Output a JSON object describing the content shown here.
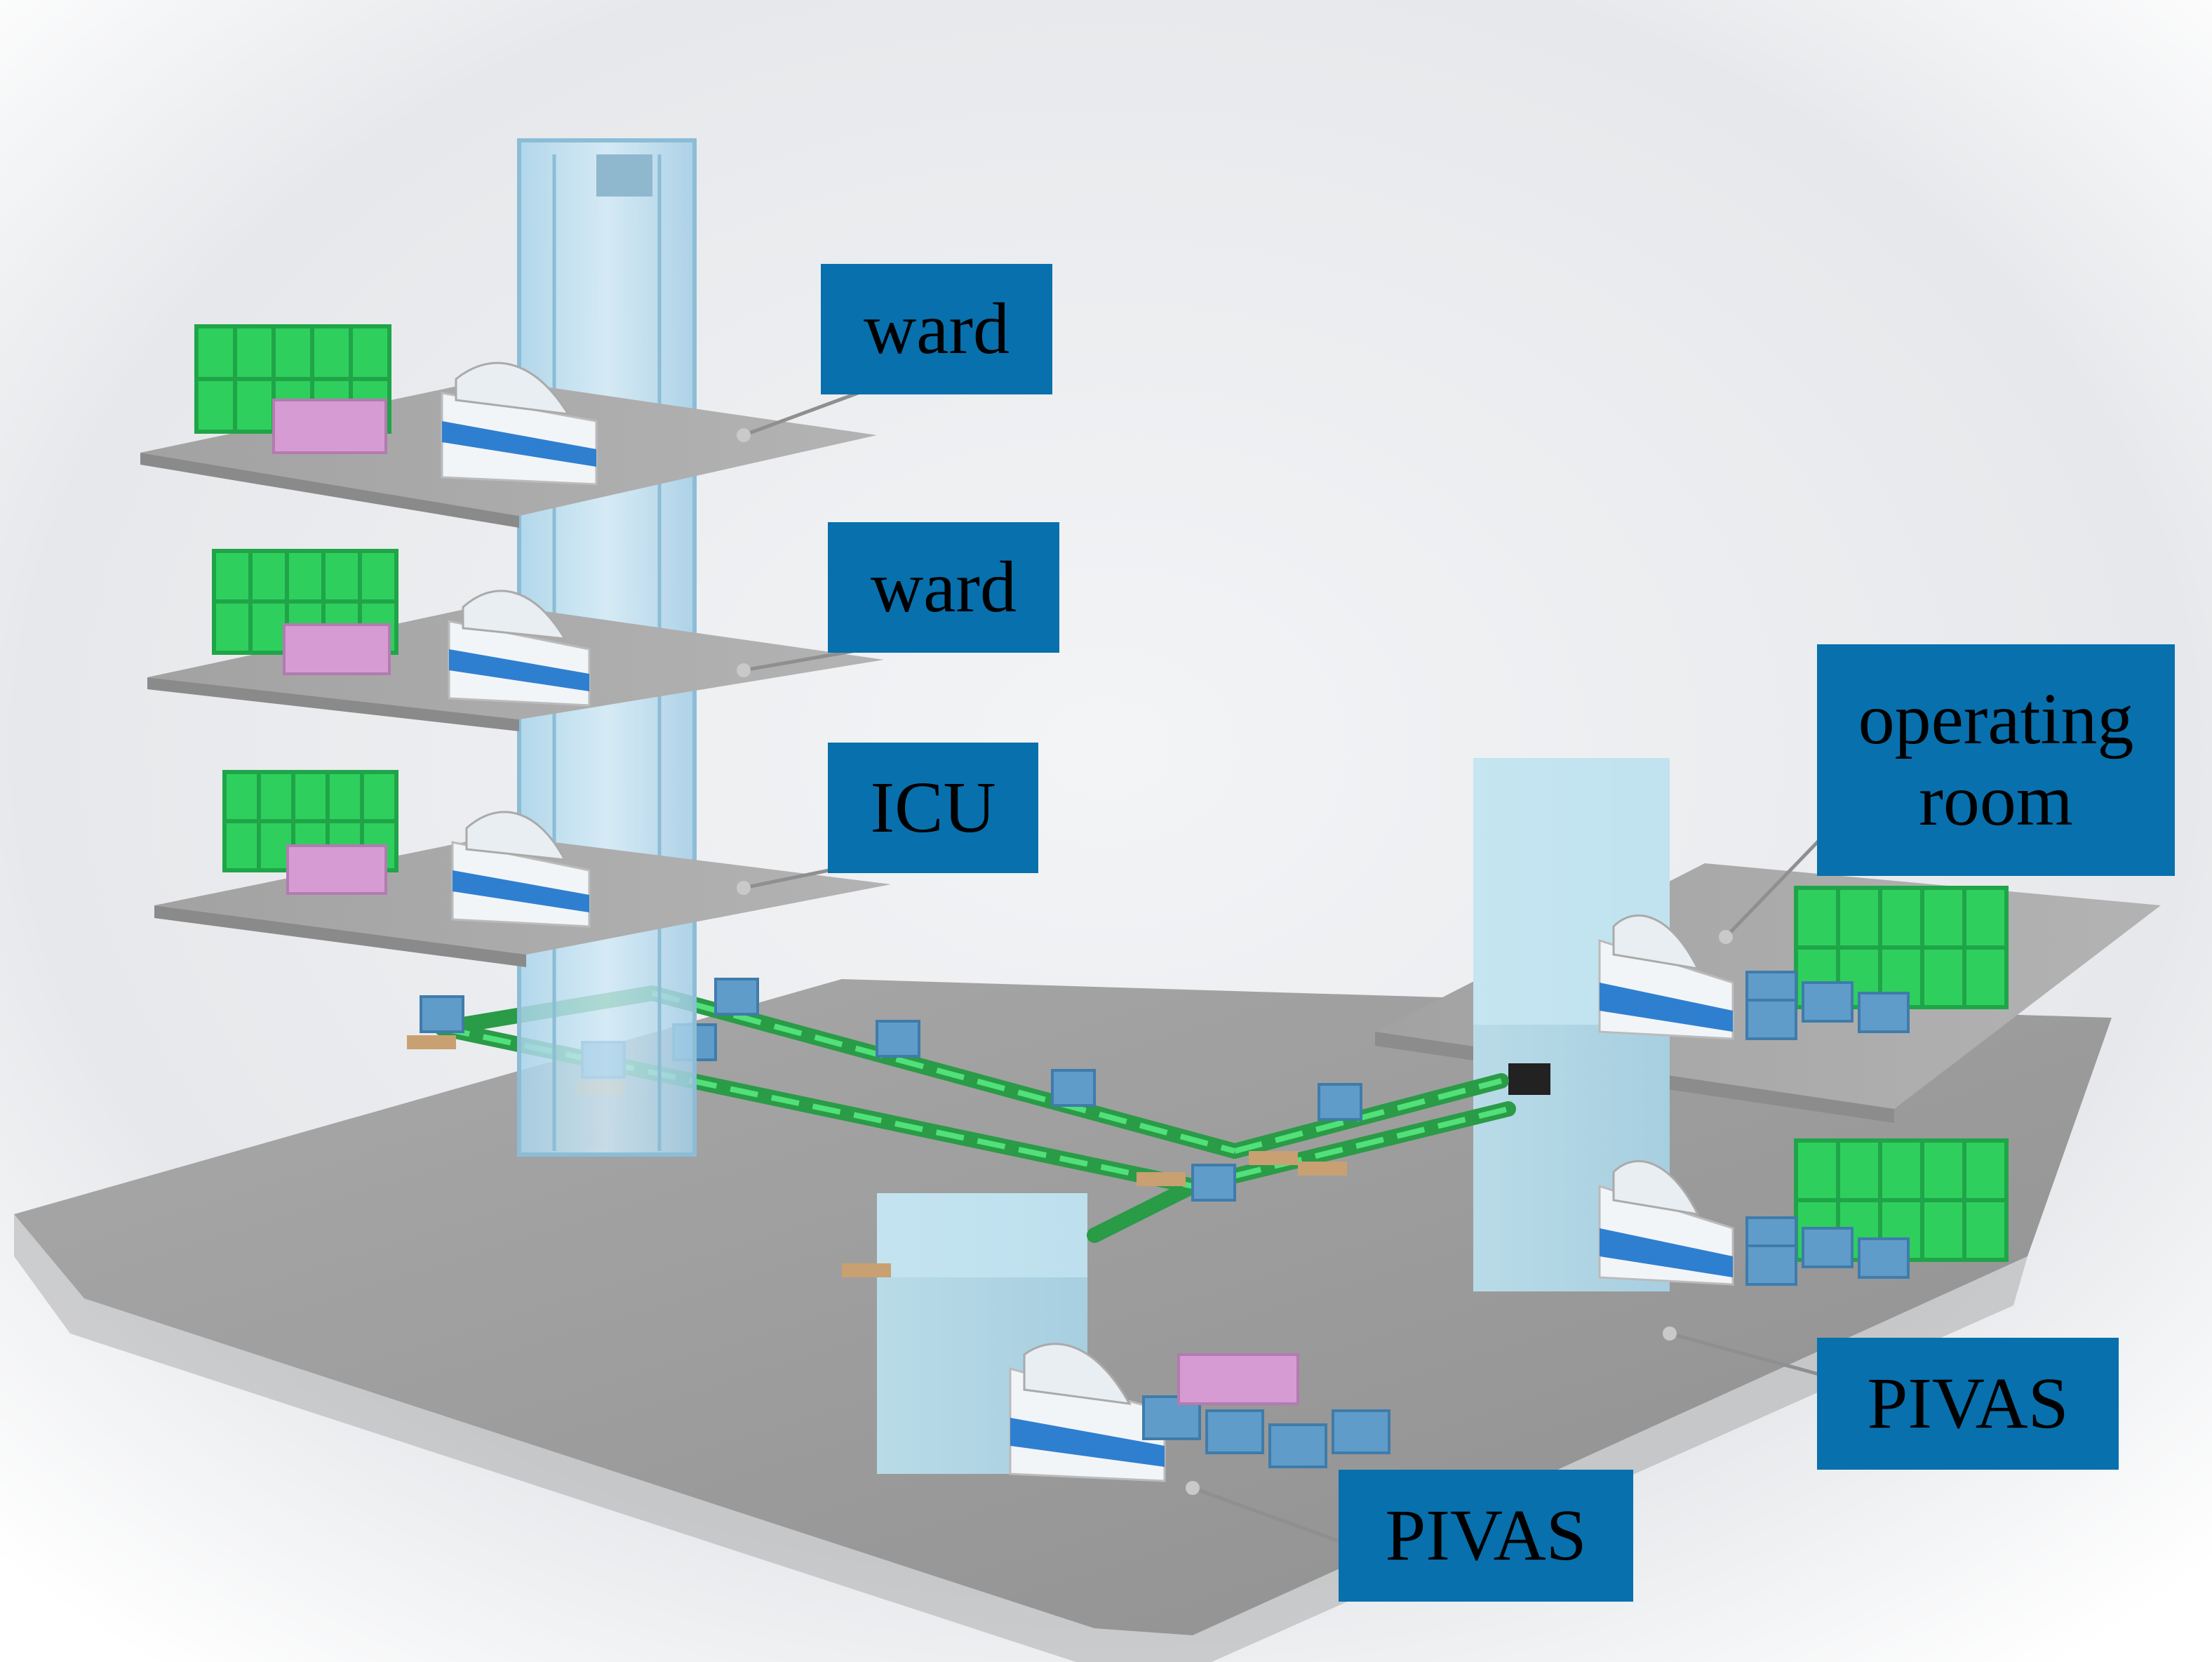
{
  "labels": {
    "ward_top": "ward",
    "ward_mid": "ward",
    "icu": "ICU",
    "operating_room": "operating\nroom",
    "pivas_right": "PIVAS",
    "pivas_bottom": "PIVAS"
  },
  "colors": {
    "label_background": "#0870ad",
    "floor": "#9c9c9c",
    "floor_light": "#b7b7b7",
    "elevator_glass": "#b5dcef",
    "rack_green": "#2fcf5e",
    "cabinet_pink": "#d69bd3",
    "box_blue": "#5f9cc9",
    "robot_blue": "#2f7fd0"
  }
}
